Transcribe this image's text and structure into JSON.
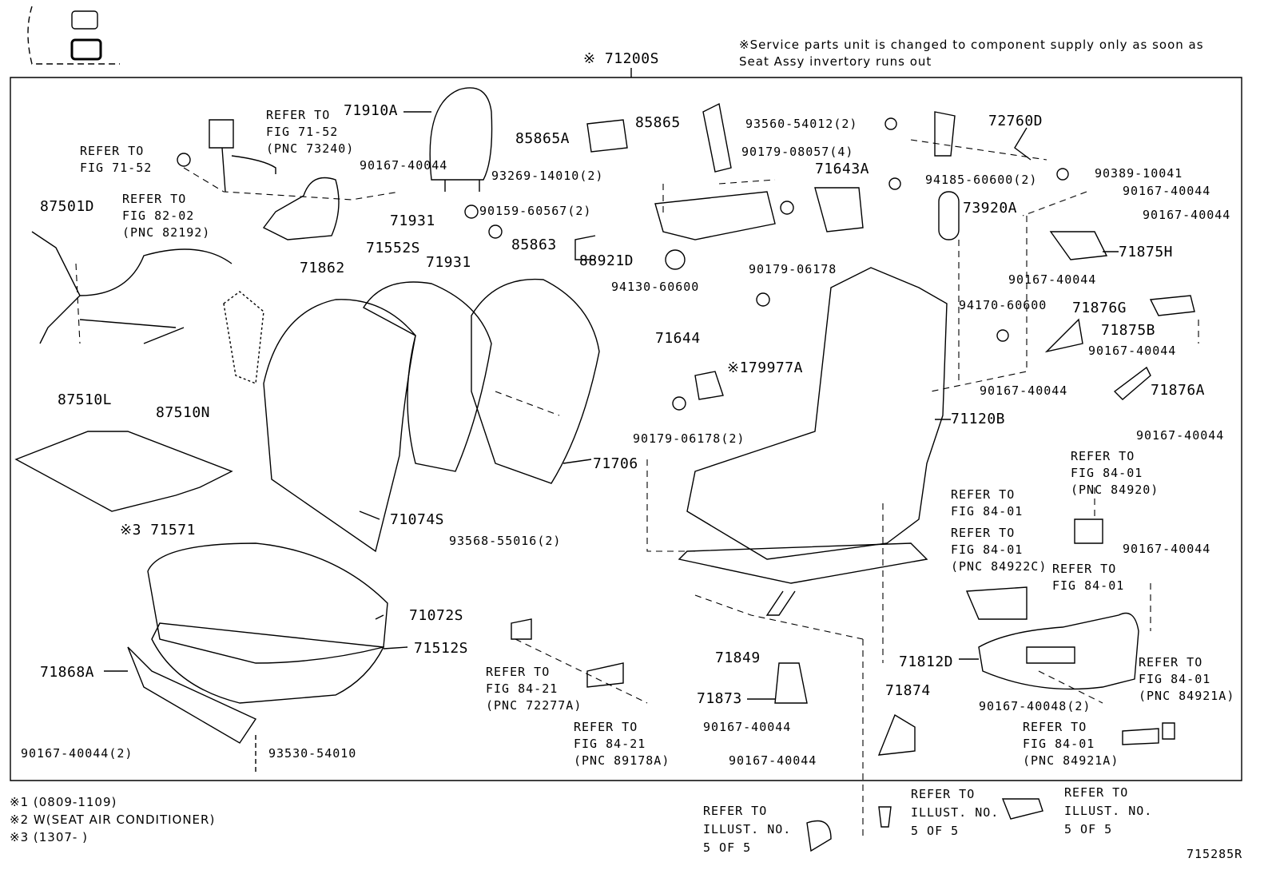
{
  "header": {
    "top_assy": "※ 71200S",
    "service_note_1": "※Service parts unit is changed to component supply only as soon as",
    "service_note_2": "Seat Assy invertory runs out"
  },
  "parts": {
    "p71910A": "71910A",
    "p90167_top": "90167-40044",
    "p85865A": "85865A",
    "p93269": "93269-14010(2)",
    "p85865": "85865",
    "p93560": "93560-54012(2)",
    "p72760D": "72760D",
    "p90179_08057": "90179-08057(4)",
    "p71643A": "71643A",
    "p94185": "94185-60600(2)",
    "p90389": "90389-10041",
    "p90167_r1": "90167-40044",
    "p90167_r2": "90167-40044",
    "p73920A": "73920A",
    "p71875H": "71875H",
    "p87501D": "87501D",
    "p90159": "90159-60567(2)",
    "p71931a": "71931",
    "p71931b": "71931",
    "p85863": "85863",
    "p88921D": "88921D",
    "p71862": "71862",
    "p71552S": "71552S",
    "p94130": "94130-60600",
    "p90179_06178": "90179-06178",
    "p90167_r3": "90167-40044",
    "p71876G": "71876G",
    "p94170": "94170-60600",
    "p71875B": "71875B",
    "p90167_r4": "90167-40044",
    "p71644": "71644",
    "p79977A": "※179977A",
    "p90167_r5": "90167-40044",
    "p71876A": "71876A",
    "p87510L": "87510L",
    "p87510N": "87510N",
    "p71120B": "71120B",
    "p90179_06178_2": "90179-06178(2)",
    "p90167_r6": "90167-40044",
    "p71706": "71706",
    "p71571": "※3 71571",
    "p71074S": "71074S",
    "p93568": "93568-55016(2)",
    "p71072S": "71072S",
    "p71512S": "71512S",
    "p71868A": "71868A",
    "p90167_r7": "90167-40044",
    "p71849": "71849",
    "p71812D": "71812D",
    "p71873": "71873",
    "p71874": "71874",
    "p90167_40048": "90167-40048(2)",
    "p90167_b1": "90167-40044",
    "p90167_b2": "90167-40044",
    "p90167_b3": "90167-40044(2)",
    "p93530": "93530-54010"
  },
  "refs": {
    "r1a": "REFER TO",
    "r1b": "FIG 71-52",
    "r1c": "(PNC 73240)",
    "r2a": "REFER TO",
    "r2b": "FIG 71-52",
    "r3a": "REFER TO",
    "r3b": "FIG 82-02",
    "r3c": "(PNC 82192)",
    "r4a": "REFER TO",
    "r4b": "FIG 84-01",
    "r4c": "(PNC 84920)",
    "r5a": "REFER TO",
    "r5b": "FIG 84-01",
    "r6a": "REFER TO",
    "r6b": "FIG 84-01",
    "r6c": "(PNC 84922C)",
    "r7a": "REFER TO",
    "r7b": "FIG 84-01",
    "r8a": "REFER TO",
    "r8b": "FIG 84-21",
    "r8c": "(PNC 72277A)",
    "r9a": "REFER TO",
    "r9b": "FIG 84-21",
    "r9c": "(PNC 89178A)",
    "r10a": "REFER TO",
    "r10b": "FIG 84-01",
    "r10c": "(PNC 84921A)",
    "r11a": "REFER TO",
    "r11b": "FIG 84-01",
    "r11c": "(PNC 84921A)",
    "r12a": "REFER TO",
    "r12b": "ILLUST. NO.",
    "r12c": "5 OF 5",
    "r13a": "REFER TO",
    "r13b": "ILLUST. NO.",
    "r13c": "5 OF 5",
    "r14a": "REFER TO",
    "r14b": "ILLUST. NO.",
    "r14c": "5 OF 5"
  },
  "footnotes": {
    "n1": "※1 (0809-1109)",
    "n2": "※2 W(SEAT AIR CONDITIONER)",
    "n3": "※3 (1307-        )"
  },
  "figure_id": "715285R"
}
